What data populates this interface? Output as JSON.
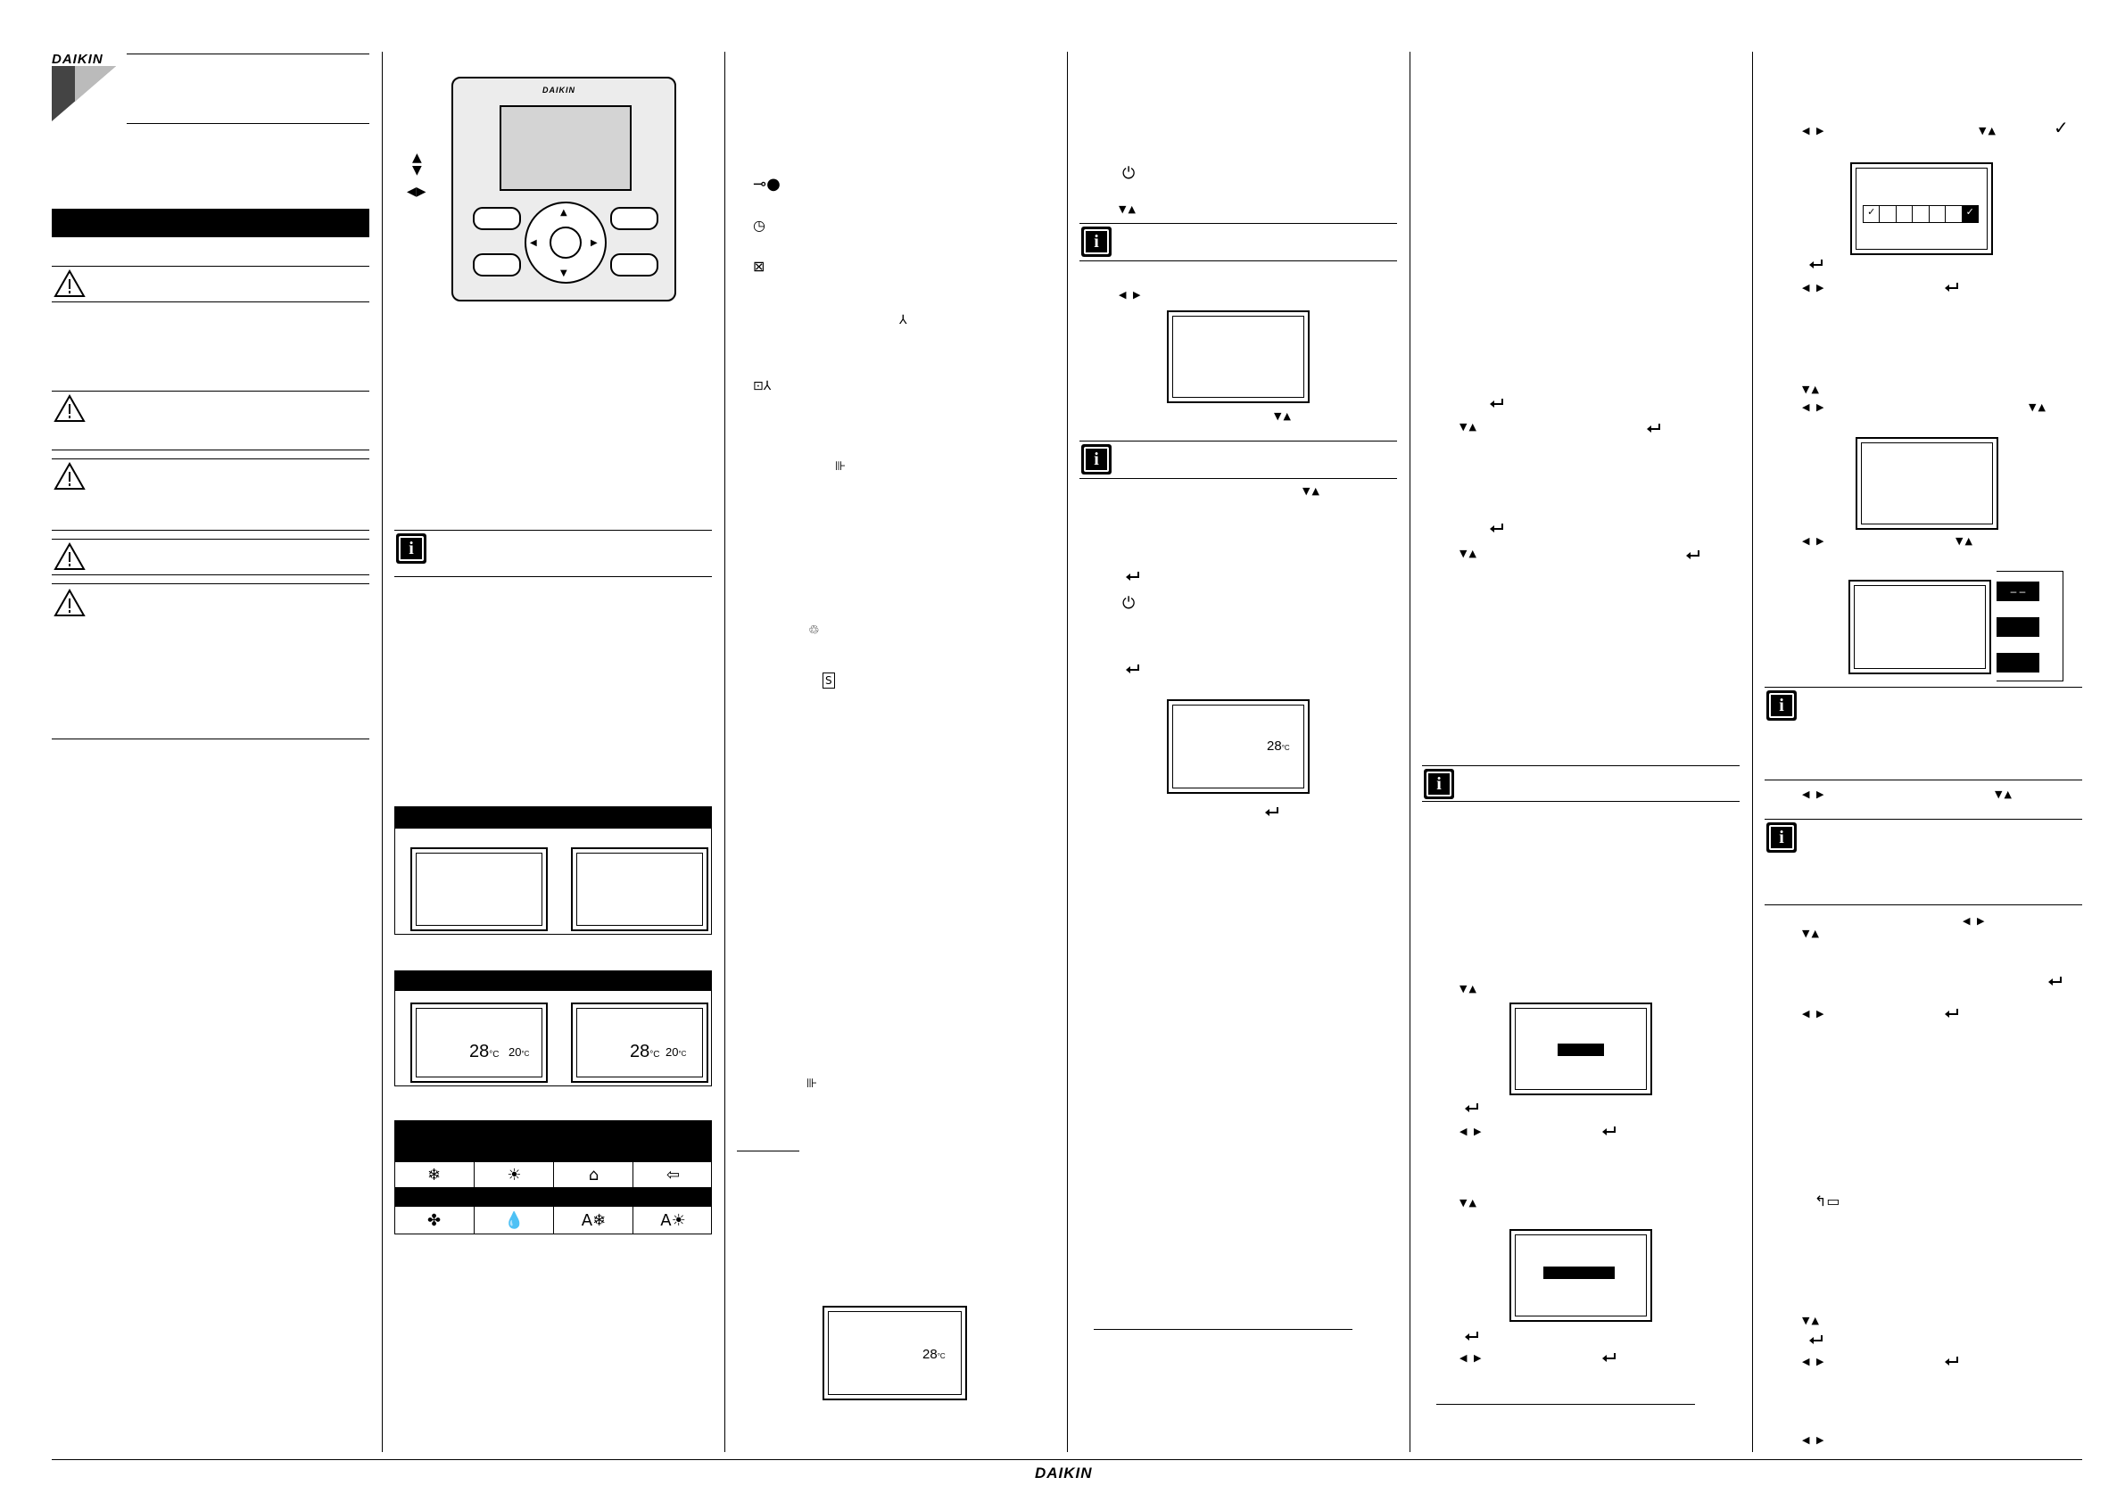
{
  "brand": {
    "logo_text": "DAIKIN",
    "footer_logo": "DAIKIN"
  },
  "lcd": {
    "temp_a": "28",
    "unit": "°C",
    "temp_b": "20",
    "temp_c": "28",
    "temp_d": "28",
    "temp_e": "28"
  },
  "colors": {
    "ink": "#000000",
    "paper": "#ffffff",
    "panel": "#e6e6e6"
  },
  "icons": {
    "warning": "warning-triangle-icon",
    "info": "info-icon",
    "enter": "enter-icon",
    "up_down": "up-down-arrow-icon",
    "left_right": "left-right-arrow-icon",
    "power": "power-icon",
    "key": "key-icon",
    "clock": "clock-icon",
    "check": "check-icon"
  },
  "glyphs": {
    "updown": "▼▲",
    "leftright": "◀ ▶",
    "check": "✓",
    "dash": "– –"
  }
}
